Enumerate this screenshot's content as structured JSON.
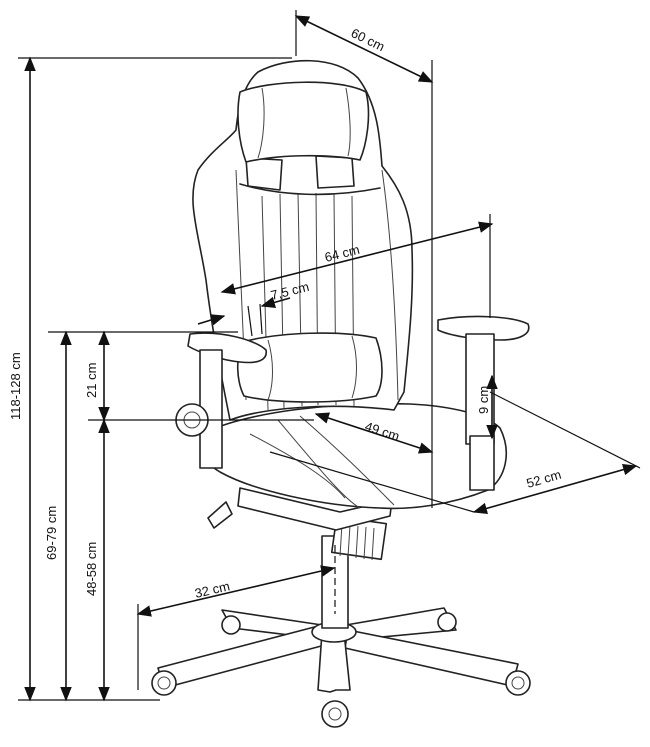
{
  "dimensions": {
    "depth_top": "60 cm",
    "total_height": "118-128 cm",
    "backrest_width": "64 cm",
    "lumbar_width": "7,5 cm",
    "armrest_height": "21 cm",
    "armrest_total_height": "69-79 cm",
    "seat_height": "48-58 cm",
    "seat_depth": "49 cm",
    "armrest_adjust": "9 cm",
    "seat_width": "52 cm",
    "base_radius": "32 cm"
  },
  "colors": {
    "line": "#111111",
    "background": "#ffffff"
  }
}
